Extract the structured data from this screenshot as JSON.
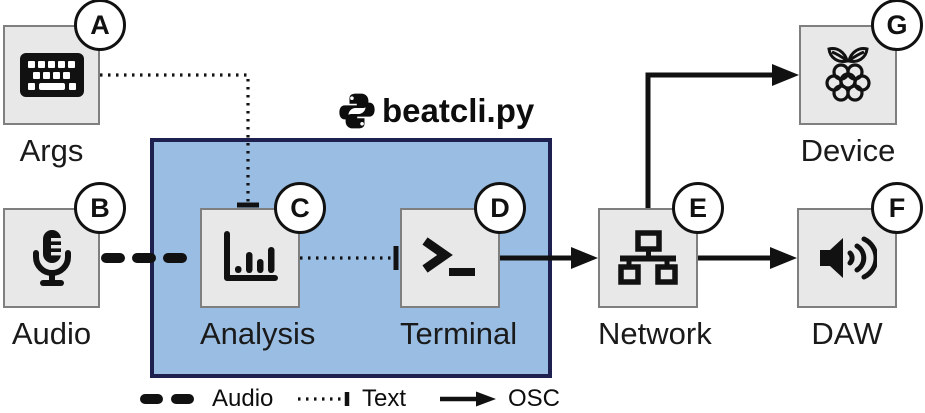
{
  "header": {
    "title": "beatcli.py",
    "icon": "python-icon"
  },
  "nodes": [
    {
      "id": "args",
      "badge": "A",
      "label": "Args",
      "icon": "keyboard-icon"
    },
    {
      "id": "audio",
      "badge": "B",
      "label": "Audio",
      "icon": "microphone-icon"
    },
    {
      "id": "analysis",
      "badge": "C",
      "label": "Analysis",
      "icon": "bar-chart-icon"
    },
    {
      "id": "terminal",
      "badge": "D",
      "label": "Terminal",
      "icon": "terminal-icon"
    },
    {
      "id": "network",
      "badge": "E",
      "label": "Network",
      "icon": "network-icon"
    },
    {
      "id": "daw",
      "badge": "F",
      "label": "DAW",
      "icon": "speaker-icon"
    },
    {
      "id": "device",
      "badge": "G",
      "label": "Device",
      "icon": "raspberry-pi-icon"
    }
  ],
  "edges": [
    {
      "from": "Args",
      "to": "Analysis",
      "type": "Text"
    },
    {
      "from": "Audio",
      "to": "Analysis",
      "type": "Audio"
    },
    {
      "from": "Analysis",
      "to": "Terminal",
      "type": "Text"
    },
    {
      "from": "Terminal",
      "to": "Network",
      "type": "OSC"
    },
    {
      "from": "Network",
      "to": "DAW",
      "type": "OSC"
    },
    {
      "from": "Network",
      "to": "Device",
      "type": "OSC"
    }
  ],
  "legend": {
    "items": [
      {
        "label": "Audio",
        "style": "thick-dash"
      },
      {
        "label": "Text",
        "style": "dotted-tee"
      },
      {
        "label": "OSC",
        "style": "solid-arrow"
      }
    ]
  },
  "colors": {
    "container_fill": "#9abee3",
    "container_border": "#1e2150",
    "box_fill": "#e8e8e8",
    "box_border": "#7f7f7f",
    "line": "#111111",
    "background": "#ffffff"
  }
}
